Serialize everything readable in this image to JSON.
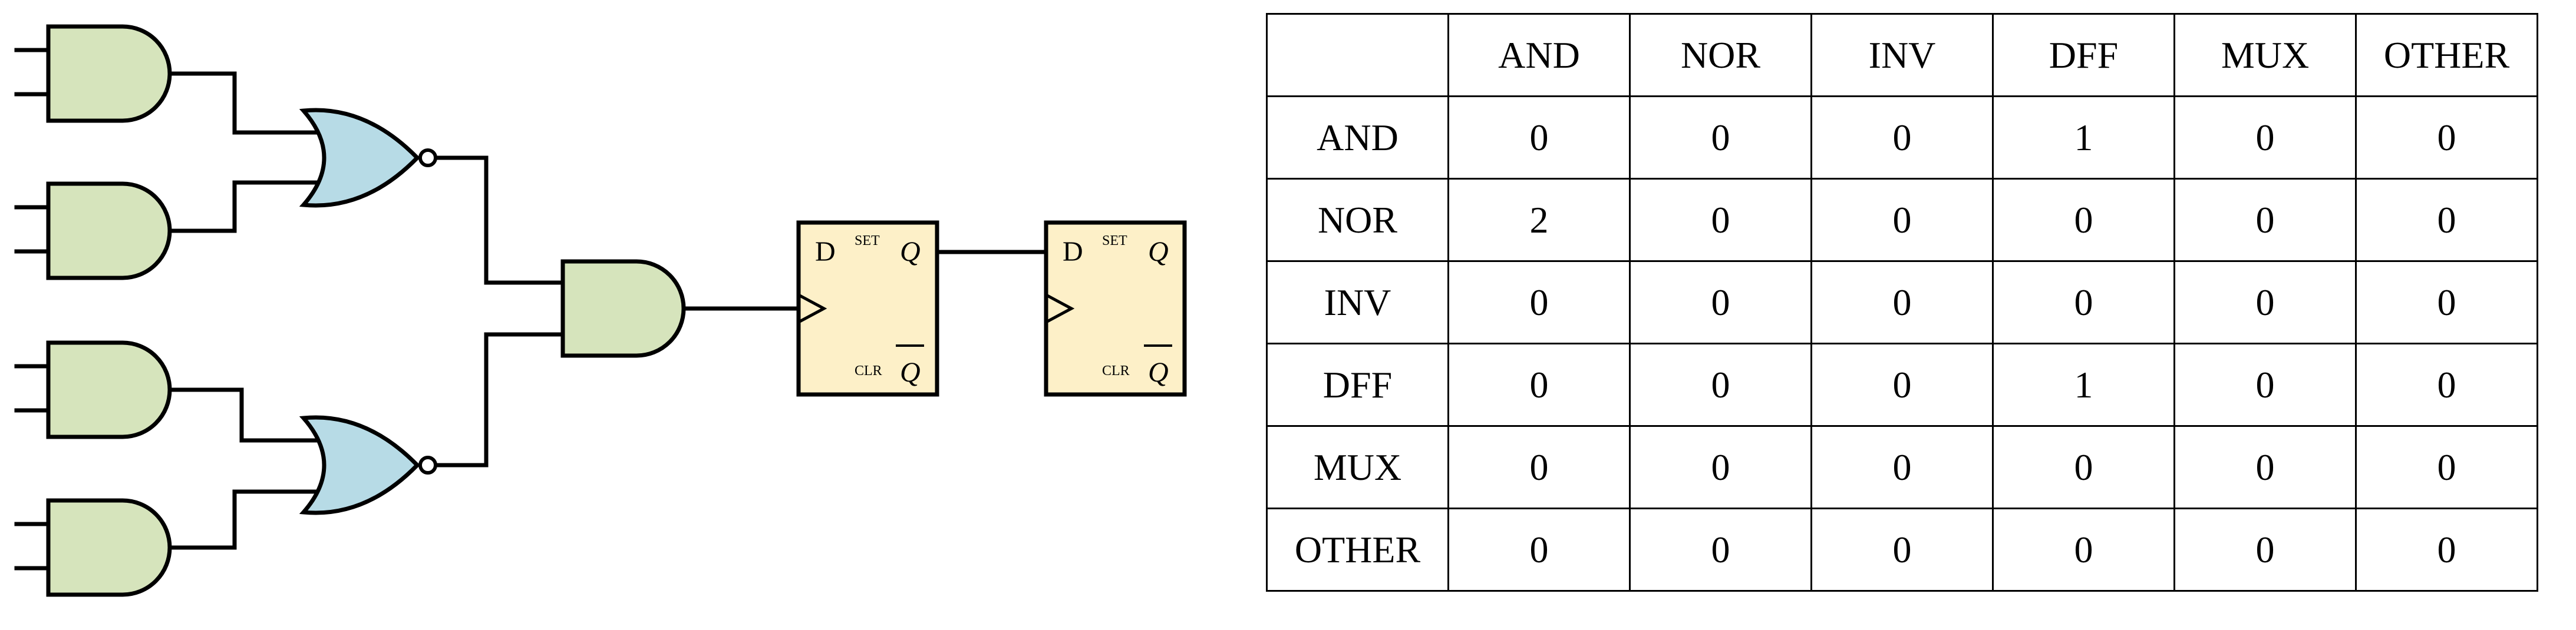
{
  "flipflop_1": {
    "d": "D",
    "set": "SET",
    "q": "Q",
    "clr": "CLR",
    "qbar": "Q"
  },
  "flipflop_2": {
    "d": "D",
    "set": "SET",
    "q": "Q",
    "clr": "CLR",
    "qbar": "Q"
  },
  "colors": {
    "and_fill": "#d6e4bc",
    "nor_fill": "#b7dbe6",
    "dff_fill": "#fdf0c8"
  },
  "table": {
    "corner": "",
    "columns": [
      "AND",
      "NOR",
      "INV",
      "DFF",
      "MUX",
      "OTHER"
    ],
    "rows": [
      {
        "label": "AND",
        "values": [
          "0",
          "0",
          "0",
          "1",
          "0",
          "0"
        ]
      },
      {
        "label": "NOR",
        "values": [
          "2",
          "0",
          "0",
          "0",
          "0",
          "0"
        ]
      },
      {
        "label": "INV",
        "values": [
          "0",
          "0",
          "0",
          "0",
          "0",
          "0"
        ]
      },
      {
        "label": "DFF",
        "values": [
          "0",
          "0",
          "0",
          "1",
          "0",
          "0"
        ]
      },
      {
        "label": "MUX",
        "values": [
          "0",
          "0",
          "0",
          "0",
          "0",
          "0"
        ]
      },
      {
        "label": "OTHER",
        "values": [
          "0",
          "0",
          "0",
          "0",
          "0",
          "0"
        ]
      }
    ]
  }
}
